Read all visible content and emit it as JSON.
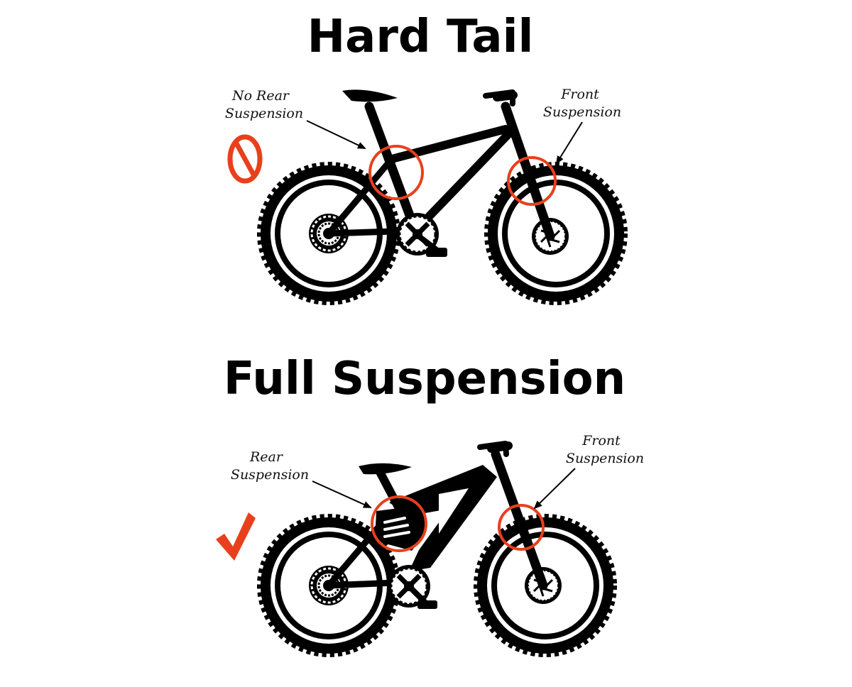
{
  "hardtail": {
    "title": "Hard Tail",
    "rear_note": [
      "No Rear",
      "Suspension"
    ],
    "front_note": [
      "Front",
      "Suspension"
    ]
  },
  "full": {
    "title": "Full Suspension",
    "rear_note": [
      "Rear",
      "Suspension"
    ],
    "front_note": [
      "Front",
      "Suspension"
    ]
  },
  "colors": {
    "accent": "#e8401c",
    "ink": "#000000",
    "background": "#ffffff"
  },
  "icons": {
    "hardtail_marker": "prohibited-icon",
    "full_marker": "checkmark-icon"
  }
}
